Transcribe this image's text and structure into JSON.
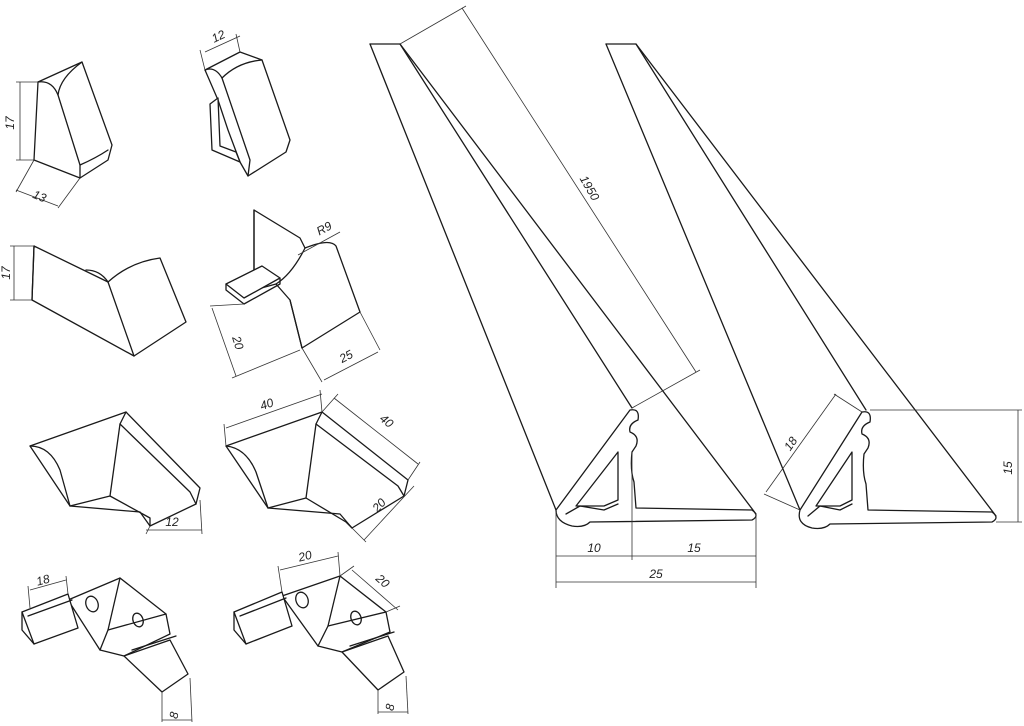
{
  "colors": {
    "line": "#1a1a1a",
    "background": "#ffffff"
  },
  "dimensions": {
    "endcap_height": "17",
    "endcap_depth": "13",
    "insert_width": "12",
    "profile_height": "17",
    "joint_radius": "R9",
    "joint_width": "20",
    "joint_depth": "25",
    "corner_inner": "12",
    "corner_outer_a": "40",
    "corner_outer_b": "40",
    "corner_outer_c": "20",
    "connector_left_width": "18",
    "connector_left_depth": "8",
    "connector_right_a": "20",
    "connector_right_b": "20",
    "connector_right_depth": "8",
    "length": "1950",
    "profile_left_a": "10",
    "profile_left_b": "15",
    "profile_left_total": "25",
    "profile_right_diag": "18",
    "profile_right_height": "15"
  }
}
